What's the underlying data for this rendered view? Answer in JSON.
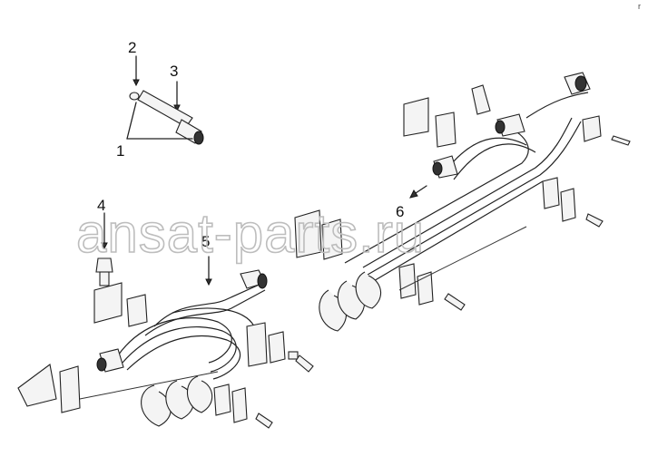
{
  "diagram": {
    "callouts": [
      {
        "id": "c1",
        "label": "1"
      },
      {
        "id": "c2",
        "label": "2"
      },
      {
        "id": "c3",
        "label": "3"
      },
      {
        "id": "c4",
        "label": "4"
      },
      {
        "id": "c5",
        "label": "5"
      },
      {
        "id": "c6",
        "label": "6"
      }
    ],
    "watermark": "ansat-parts.ru",
    "corner_mark": "r"
  }
}
